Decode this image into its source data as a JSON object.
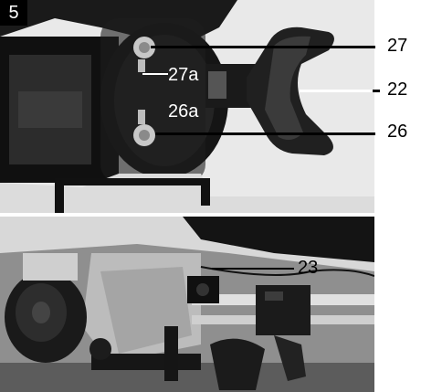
{
  "figure": {
    "number": "5"
  },
  "callouts": {
    "c27": "27",
    "c27a": "27a",
    "c22": "22",
    "c26a": "26a",
    "c26": "26",
    "c23": "23"
  },
  "colors": {
    "photo_dark": "#1c1c1c",
    "photo_mid": "#6b6b6b",
    "photo_light": "#c9c9c9",
    "leader": "#000000"
  }
}
